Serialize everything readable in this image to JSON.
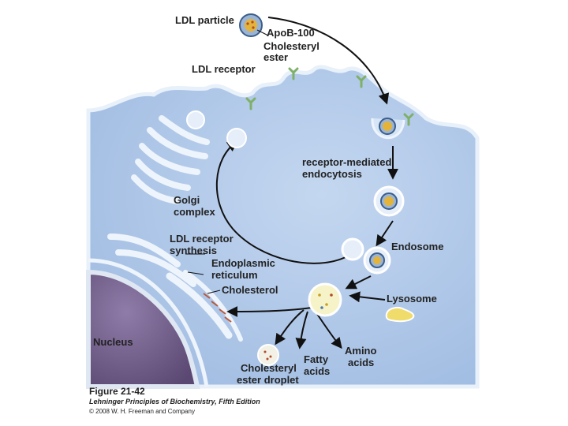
{
  "labels": {
    "ldl_particle": "LDL particle",
    "apob": "ApoB-100",
    "cholesteryl_ester_1": "Cholesteryl",
    "cholesteryl_ester_2": "ester",
    "ldl_receptor": "LDL receptor",
    "rme_1": "receptor-mediated",
    "rme_2": "endocytosis",
    "golgi_1": "Golgi",
    "golgi_2": "complex",
    "synth_1": "LDL receptor",
    "synth_2": "synthesis",
    "er_1": "Endoplasmic",
    "er_2": "reticulum",
    "endosome": "Endosome",
    "cholesterol": "Cholesterol",
    "lysosome": "Lysosome",
    "nucleus": "Nucleus",
    "droplet_1": "Cholesteryl",
    "droplet_2": "ester droplet",
    "fatty_1": "Fatty",
    "fatty_2": "acids",
    "amino_1": "Amino",
    "amino_2": "acids"
  },
  "caption": {
    "figure": "Figure 21-42",
    "book": "Lehninger Principles of Biochemistry, Fifth Edition",
    "copyright": "© 2008 W. H. Freeman and Company"
  },
  "colors": {
    "cytoplasm": "#a9c3e6",
    "membrane": "#d7e6f7",
    "nucleus": "#6e5b86",
    "receptor": "#7fb068",
    "particle_core": "#e4b43a",
    "lysosome": "#f0dc6a"
  }
}
